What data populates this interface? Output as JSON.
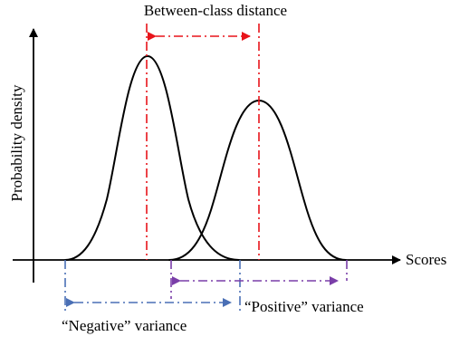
{
  "labels": {
    "top": "Between-class distance",
    "y_axis": "Probability density",
    "x_axis": "Scores",
    "positive_variance": "“Positive” variance",
    "negative_variance": "“Negative” variance"
  },
  "colors": {
    "curve": "#000000",
    "axis": "#000000",
    "between_class": "#e8141a",
    "negative": "#4a6fb5",
    "positive": "#7a3ea8"
  }
}
